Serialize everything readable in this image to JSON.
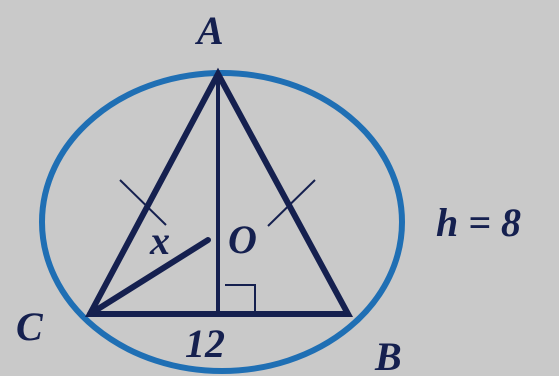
{
  "labels": {
    "vertex_a": "A",
    "vertex_b": "B",
    "vertex_c": "C",
    "center_o": "O",
    "segment_x": "x",
    "base_length": "12",
    "height_eq": "h = 8"
  },
  "colors": {
    "background": "#c9c9c9",
    "circle": "#1f6fb4",
    "lines": "#15204f",
    "text": "#15204f"
  }
}
